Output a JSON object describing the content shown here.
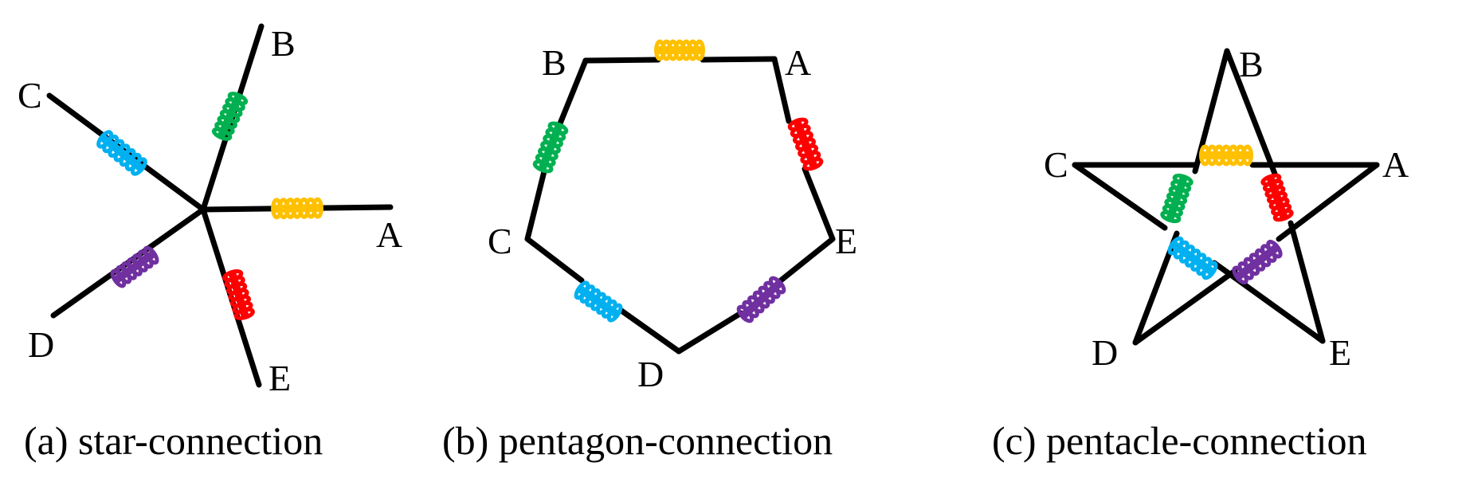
{
  "coil_colors": {
    "yellow": "#FFC000",
    "green": "#00B050",
    "blue": "#00B0F0",
    "purple": "#7030A0",
    "red": "#FF0000"
  },
  "wire_color": "#000000",
  "panels": {
    "star": {
      "caption": "(a) star-connection",
      "labels": {
        "A": "A",
        "B": "B",
        "C": "C",
        "D": "D",
        "E": "E"
      }
    },
    "pentagon": {
      "caption": "(b) pentagon-connection",
      "labels": {
        "A": "A",
        "B": "B",
        "C": "C",
        "D": "D",
        "E": "E"
      }
    },
    "pentacle": {
      "caption": "(c) pentacle-connection",
      "labels": {
        "A": "A",
        "B": "B",
        "C": "C",
        "D": "D",
        "E": "E"
      }
    }
  }
}
